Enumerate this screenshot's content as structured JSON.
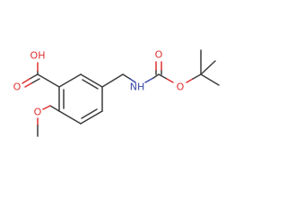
{
  "molecule": {
    "atoms": {
      "hydroxyl": "OH",
      "carbonyl_oxygen_acid": "O",
      "methoxy_oxygen": "O",
      "amine": "NH",
      "carbonyl_oxygen_carbamate": "O",
      "ester_oxygen": "O"
    },
    "colors": {
      "bond": "#3c3c3c",
      "oxygen": "#e03030",
      "nitrogen": "#3a4aa8"
    }
  }
}
